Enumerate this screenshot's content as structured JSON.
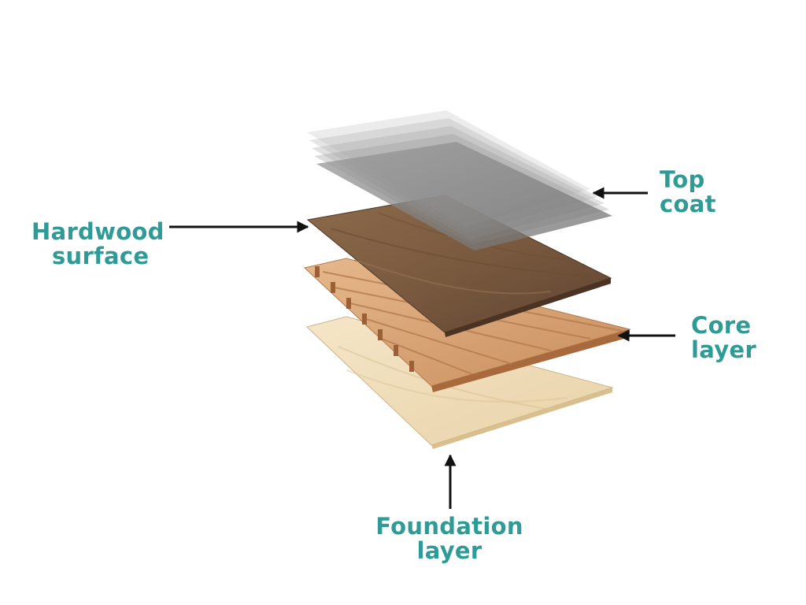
{
  "colors": {
    "label": "#2f9b97",
    "arrow": "#111111",
    "top_coat": "#8a8a8a",
    "hardwood": "#7a5a3f",
    "core": "#d7a478",
    "foundation": "#efdcb8"
  },
  "labels": {
    "top_coat": {
      "line1": "Top",
      "line2": "coat"
    },
    "hardwood_surface": {
      "line1": "Hardwood",
      "line2": "surface"
    },
    "core_layer": {
      "line1": "Core",
      "line2": "layer"
    },
    "foundation_layer": {
      "line1": "Foundation",
      "line2": "layer"
    }
  }
}
